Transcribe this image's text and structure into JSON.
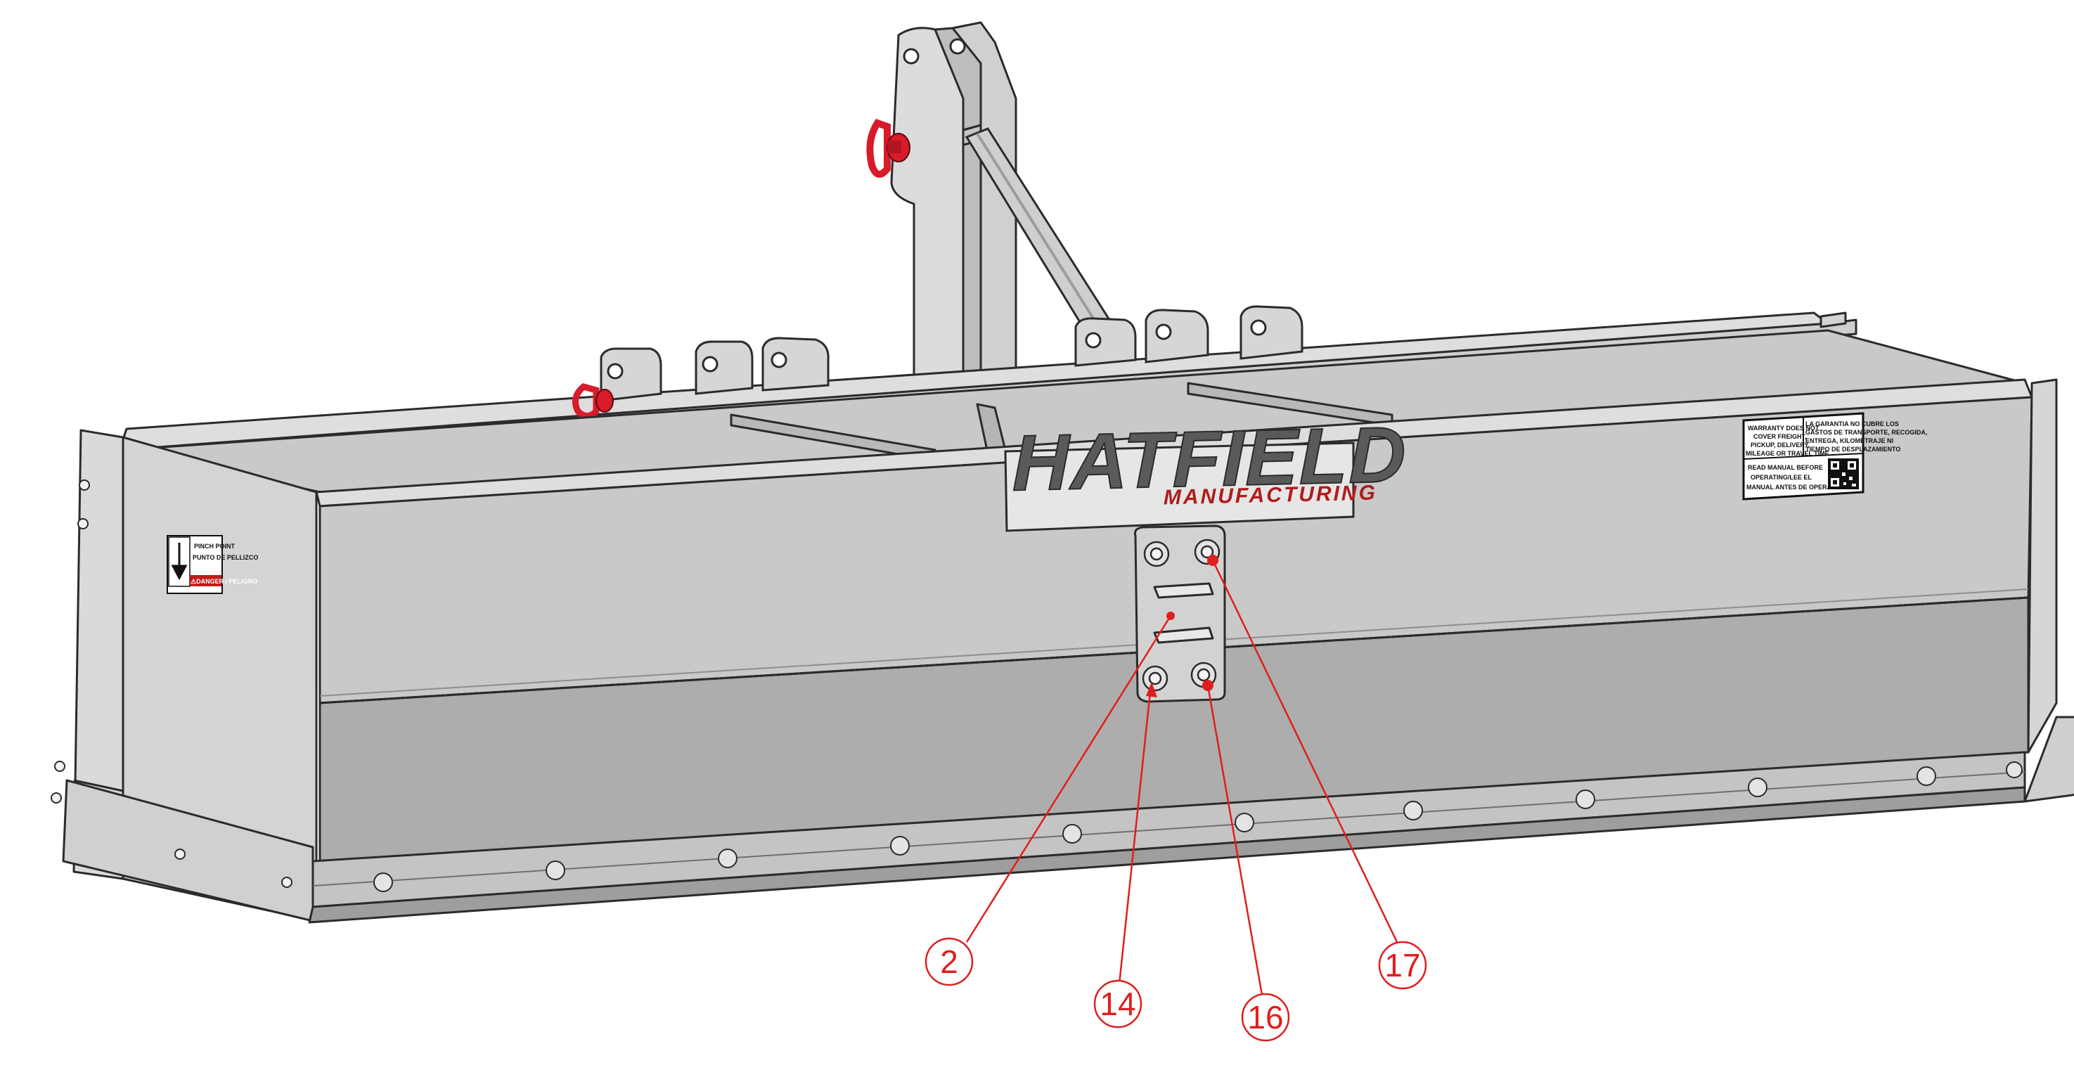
{
  "brand": {
    "name": "HATFIELD",
    "subtitle": "MANUFACTURING"
  },
  "decals": {
    "pinch_point": {
      "line1": "PINCH POINT",
      "line2": "PUNTO DE PELLIZCO",
      "danger": "⚠DANGER / PELIGRO"
    },
    "warranty_en": [
      "WARRANTY DOES NOT",
      "COVER FREIGHT,",
      "PICKUP, DELIVERY,",
      "MILEAGE OR TRAVEL TIME"
    ],
    "warranty_es": [
      "LA GARANTIA NO CUBRE LOS",
      "GASTOS DE TRANSPORTE, RECOGIDA,",
      "ENTREGA, KILOMETRAJE NI",
      "TIEMPO DE DESPLAZAMIENTO"
    ],
    "manual": [
      "READ MANUAL BEFORE",
      "OPERATING/LEE EL",
      "MANUAL ANTES DE OPERAR"
    ]
  },
  "callouts": [
    {
      "id": "2",
      "label": "2"
    },
    {
      "id": "14",
      "label": "14"
    },
    {
      "id": "16",
      "label": "16"
    },
    {
      "id": "17",
      "label": "17"
    }
  ],
  "colors": {
    "callout": "#e01e1e",
    "steel_light": "#d9d9d9",
    "steel_mid": "#c6c6c6",
    "steel_dark": "#adadad",
    "outline": "#2b2b2b",
    "pin": "#d81b2a"
  }
}
